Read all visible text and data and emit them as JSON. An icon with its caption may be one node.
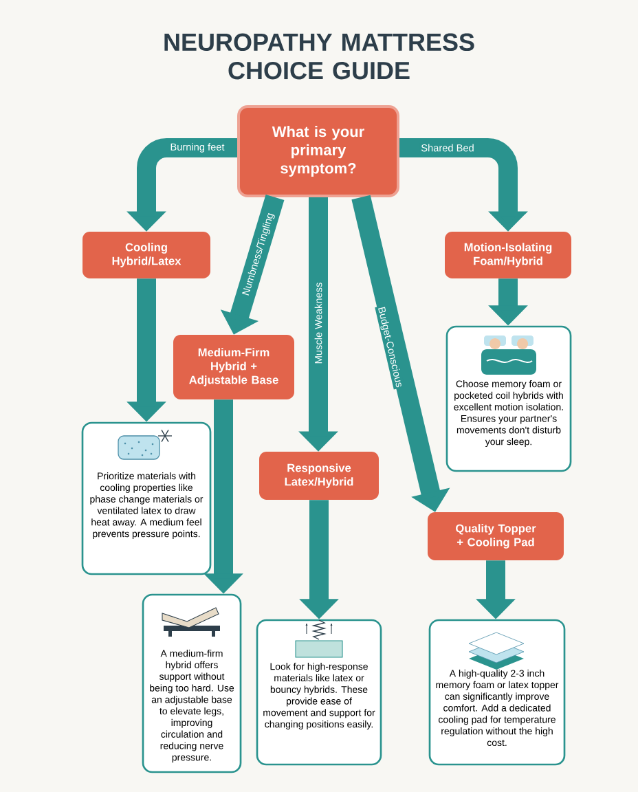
{
  "diagram": {
    "title": "NEUROPATHY MATTRESS CHOICE GUIDE",
    "nodes": [
      {
        "text": [
          "What is your primary symptom?"
        ]
      },
      {
        "text": [
          "Cooling Hybrid/Latex"
        ]
      },
      {
        "text": [
          "Motion-Isolating Foam/Hybrid"
        ]
      },
      {
        "text": [
          "Medium-Firm Hybrid + Adjustable Base"
        ]
      },
      {
        "text": [
          "Responsive Latex/Hybrid"
        ]
      },
      {
        "text": [
          "Quality Topper + Cooling Pad"
        ]
      },
      {
        "text": [
          "Prioritize materials with cooling properties like phase change materials or ventilated latex to draw heat away. A medium feel prevents pressure points."
        ]
      },
      {
        "text": [
          "Choose memory foam or pocketed coil hybrids with excellent motion isolation. Ensures your partner's movements don't disturb your sleep."
        ]
      },
      {
        "text": [
          "A medium-firm hybrid offers support without being too hard. Use an adjustable base to elevate legs, improving circulation and reducing nerve pressure."
        ]
      },
      {
        "text": [
          "Look for high-response materials like latex or bouncy hybrids. These provide ease of movement and support for changing positions easily."
        ]
      },
      {
        "text": [
          "A high-quality 2-3 inch memory foam or latex topper can significantly improve comfort. Add a dedicated cooling pad for temperature regulation without the high cost."
        ]
      }
    ],
    "edges": [
      {
        "from": 0,
        "to": 1,
        "arrow": "to",
        "label": "Burning feet"
      },
      {
        "from": 0,
        "to": 2,
        "arrow": "to",
        "label": "Shared Bed"
      },
      {
        "from": 0,
        "to": 3,
        "arrow": "to",
        "label": "Numbness/Tingling"
      },
      {
        "from": 0,
        "to": 4,
        "arrow": "to",
        "label": "Muscle Weakness"
      },
      {
        "from": 0,
        "to": 5,
        "arrow": "to",
        "label": "Budget-Conscious"
      },
      {
        "from": 1,
        "to": 6,
        "arrow": "to"
      },
      {
        "from": 2,
        "to": 7,
        "arrow": "to"
      },
      {
        "from": 3,
        "to": 8,
        "arrow": "to"
      },
      {
        "from": 4,
        "to": 9,
        "arrow": "to"
      },
      {
        "from": 5,
        "to": 10,
        "arrow": "to"
      }
    ]
  }
}
